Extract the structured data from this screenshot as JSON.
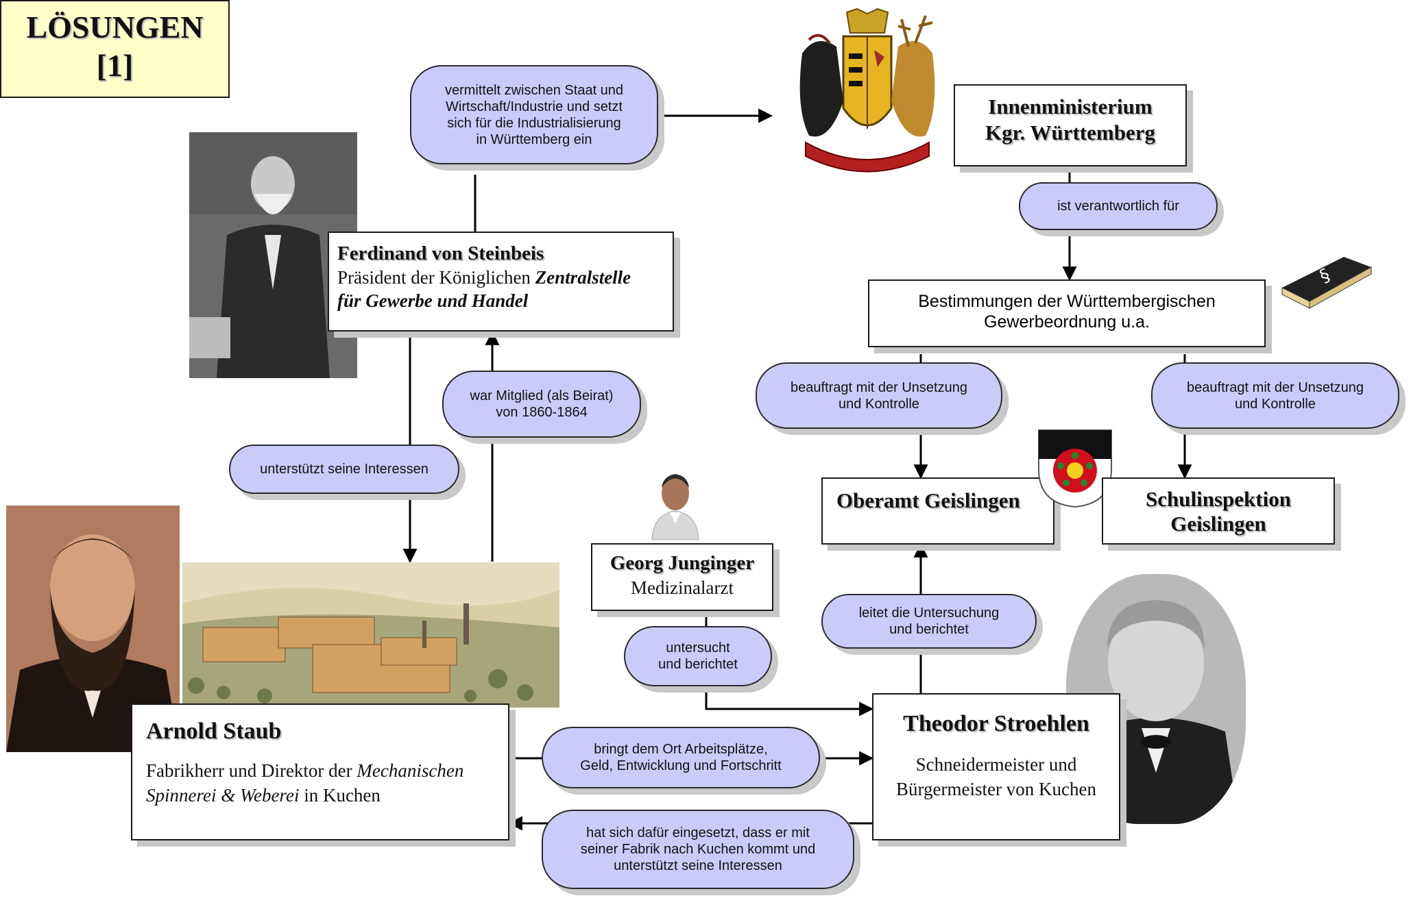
{
  "title": {
    "line1": "LÖSUNGEN",
    "line2": "[1]"
  },
  "nodes": {
    "steinbeis": {
      "name": "Ferdinand von Steinbeis",
      "role_pre": "Präsident der Königlichen ",
      "role_em1": "Zentralstelle",
      "role_em2": "für Gewerbe und Handel"
    },
    "ministry": {
      "line1": "Innenministerium",
      "line2": "Kgr. Württemberg"
    },
    "regulations": {
      "line1": "Bestimmungen der Württembergischen",
      "line2": "Gewerbeordnung u.a."
    },
    "oberamt": {
      "name": "Oberamt Geislingen"
    },
    "school": {
      "line1": "Schulinspektion",
      "line2": "Geislingen"
    },
    "junginger": {
      "name": "Georg Junginger",
      "role": "Medizinalarzt"
    },
    "staub": {
      "name": "Arnold Staub",
      "role_pre": "Fabrikherr und Direktor der ",
      "role_em1": "Mechanischen",
      "role_em2": "Spinnerei & Weberei",
      "role_post": " in Kuchen"
    },
    "stroehlen": {
      "name": "Theodor Stroehlen",
      "role1": "Schneidermeister und",
      "role2": "Bürgermeister von Kuchen"
    }
  },
  "edges": {
    "mediates": [
      "vermittelt zwischen Staat und",
      "Wirtschaft/Industrie und setzt",
      "sich für die Industrialisierung",
      "in Württemberg ein"
    ],
    "responsible": [
      "ist verantwortlich für"
    ],
    "commission_left": [
      "beauftragt mit der Unsetzung",
      "und Kontrolle"
    ],
    "commission_right": [
      "beauftragt mit der Unsetzung",
      "und Kontrolle"
    ],
    "member": [
      "war Mitglied (als Beirat)",
      "von 1860-1864"
    ],
    "supports": [
      "unterstützt seine Interessen"
    ],
    "investigates": [
      "untersucht",
      "und berichtet"
    ],
    "leads": [
      "leitet die Untersuchung",
      "und berichtet"
    ],
    "brings": [
      "bringt dem Ort Arbeitsplätze,",
      "Geld, Entwicklung und Fortschritt"
    ],
    "advocated": [
      "hat sich dafür eingesetzt, dass er mit",
      "seiner Fabrik nach Kuchen kommt und",
      "unterstützt seine Interessen"
    ]
  },
  "icons": {
    "coat_of_arms": "wuerttemberg-coat-of-arms-icon",
    "law_book": "law-book-icon",
    "geislingen_shield": "geislingen-rose-shield-icon",
    "person": "person-icon"
  },
  "colors": {
    "pill_fill": "#cbcbfa",
    "title_fill": "#ffffc8",
    "shadow": "#c6c6c6"
  }
}
